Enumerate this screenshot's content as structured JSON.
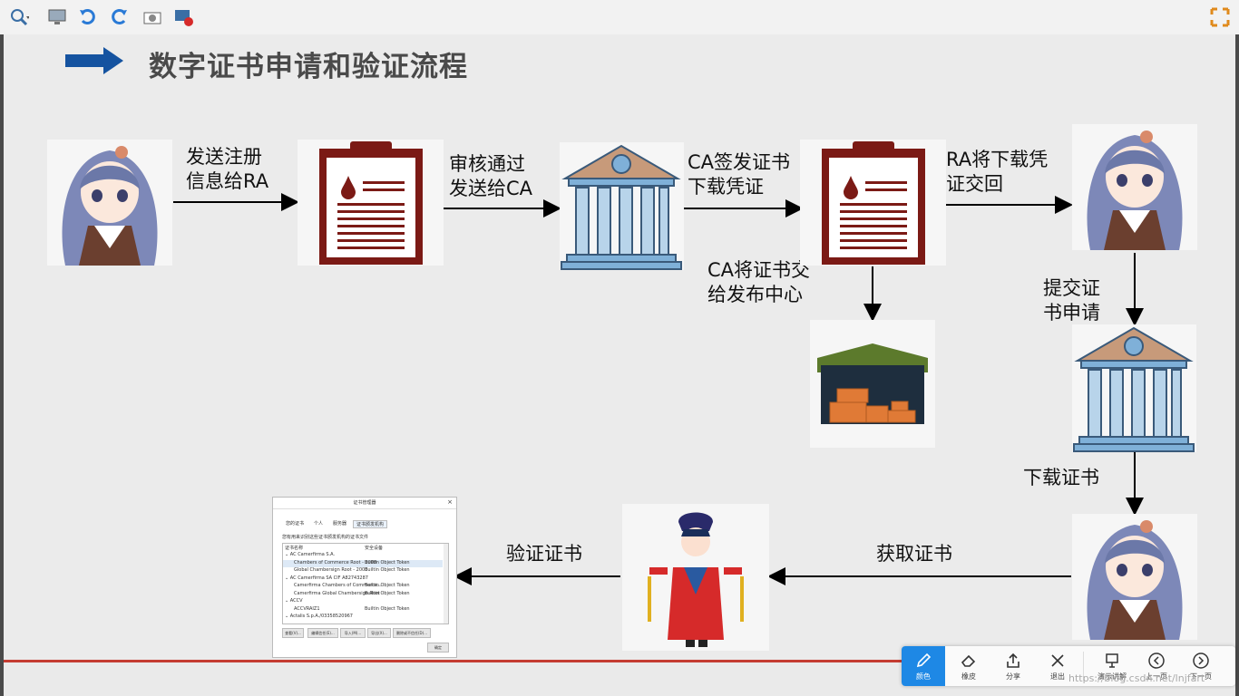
{
  "title": "数字证书申请和验证流程",
  "steps": {
    "send_info_line1": "发送注册",
    "send_info_line2": "信息给RA",
    "approve_line1": "审核通过",
    "approve_line2": "发送给CA",
    "ca_issue_line1": "CA签发证书",
    "ca_issue_line2": "下载凭证",
    "ra_return_line1": "RA将下载凭",
    "ra_return_line2": "证交回",
    "ca_publish_line1": "CA将证书交",
    "ca_publish_line2": "给发布中心",
    "submit_line1": "提交证",
    "submit_line2": "书申请",
    "download": "下载证书",
    "obtain": "获取证书",
    "verify": "验证证书"
  },
  "dialog": {
    "title": "证书管理器",
    "tabs": [
      "您的证书",
      "个人",
      "服务器",
      "证书颁发机构"
    ],
    "desc": "您有用来识别这些证书颁发机构的证书文件",
    "col1": "证书名称",
    "col2": "安全设备",
    "rows": [
      [
        "⌄ AC Camerfirma S.A.",
        ""
      ],
      [
        "Chambers of Commerce Root - 2008",
        "Builtin Object Token"
      ],
      [
        "Global Chambersign Root - 2008",
        "Builtin Object Token"
      ],
      [
        "⌄ AC Camerfirma SA CIF A82743287",
        ""
      ],
      [
        "Camerfirma Chambers of Commerce...",
        "Builtin Object Token"
      ],
      [
        "Camerfirma Global Chambersign Root",
        "Builtin Object Token"
      ],
      [
        "⌄ ACCV",
        ""
      ],
      [
        "ACCVRAIZ1",
        "Builtin Object Token"
      ],
      [
        "⌄ Actalis S.p.A./03358520967",
        ""
      ]
    ],
    "buttons": [
      "查看(V)...",
      "编辑信任(E)...",
      "导入(M)...",
      "导出(X)...",
      "删除或不信任(D)..."
    ],
    "ok": "确定"
  },
  "toolbar": {
    "pen": "颜色",
    "eraser": "橡皮",
    "share": "分享",
    "exit": "退出",
    "explain": "演示讲解",
    "prev": "上一页",
    "next": "下一页"
  },
  "watermark": "https://blog.csdn.net/lnjfart",
  "colors": {
    "accent": "#1e88e5",
    "arrow": "#1f4fa0",
    "clipboard": "#7b1a15",
    "bank": "#7fb0d8",
    "roof": "#c79a7a",
    "box_orange": "#e07a36",
    "green_roof": "#5c7a2c"
  }
}
